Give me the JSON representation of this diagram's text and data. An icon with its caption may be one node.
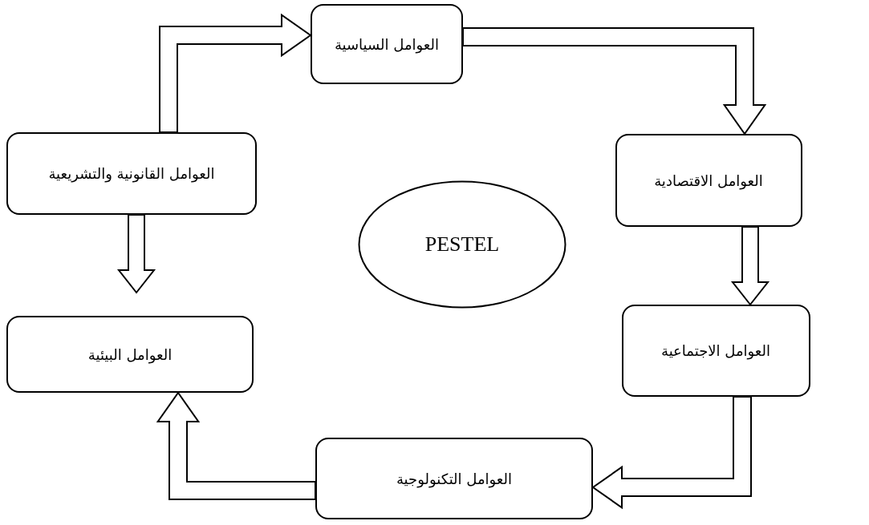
{
  "diagram": {
    "nodes": [
      {
        "text": [
          "العوامل السياسية"
        ]
      },
      {
        "text": [
          "العوامل الاقتصادية"
        ]
      },
      {
        "text": [
          "العوامل الاجتماعية"
        ]
      },
      {
        "text": [
          "العوامل التكنولوجية"
        ]
      },
      {
        "text": [
          "العوامل البيئية"
        ]
      },
      {
        "text": [
          "العوامل القانونية والتشريعية"
        ]
      },
      {
        "text": [
          "PESTEL"
        ]
      }
    ],
    "edges": [
      {
        "from": 0,
        "to": 1,
        "arrow": "to"
      },
      {
        "from": 1,
        "to": 2,
        "arrow": "to"
      },
      {
        "from": 2,
        "to": 3,
        "arrow": "to"
      },
      {
        "from": 3,
        "to": 4,
        "arrow": "to"
      },
      {
        "from": 5,
        "to": 4,
        "arrow": "to"
      },
      {
        "from": 5,
        "to": 0,
        "arrow": "to"
      }
    ]
  }
}
